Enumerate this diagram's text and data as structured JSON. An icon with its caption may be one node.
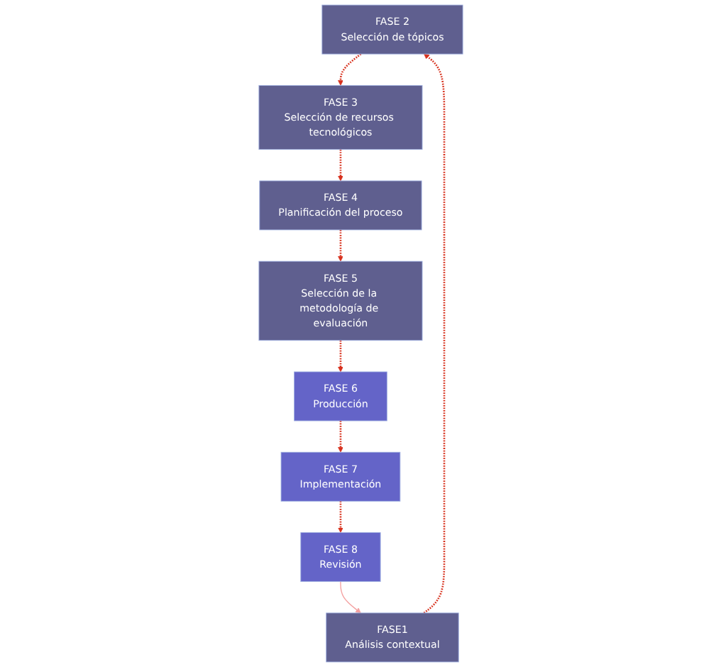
{
  "diagram": {
    "nodes": [
      {
        "text": [
          "FASE 2",
          "Selección de tópicos"
        ]
      },
      {
        "text": [
          "FASE 3",
          "Selección de recursos tecnológicos"
        ]
      },
      {
        "text": [
          "FASE1",
          "Análisis contextual"
        ]
      },
      {
        "text": [
          "FASE 5",
          "Selección de la metodología de evaluación"
        ]
      },
      {
        "text": [
          "FASE 4",
          "Planificación del proceso"
        ]
      },
      {
        "text": [
          "FASE 6",
          "Producción"
        ]
      },
      {
        "text": [
          "FASE 8",
          "Revisión"
        ]
      },
      {
        "text": [
          "FASE 7",
          "Implementación"
        ]
      }
    ],
    "edges": [
      {
        "from": 2,
        "to": 0,
        "arrow": "to",
        "style": "dashed",
        "color": "#d8321e"
      },
      {
        "from": 0,
        "to": 1,
        "arrow": "to",
        "style": "dashed",
        "color": "#d8321e"
      },
      {
        "from": 1,
        "to": 4,
        "arrow": "to",
        "style": "dashed",
        "color": "#d8321e"
      },
      {
        "from": 4,
        "to": 3,
        "arrow": "to",
        "style": "dashed",
        "color": "#d8321e"
      },
      {
        "from": 3,
        "to": 5,
        "arrow": "to",
        "style": "dashed",
        "color": "#d8321e"
      },
      {
        "from": 5,
        "to": 7,
        "arrow": "to",
        "style": "dashed",
        "color": "#d8321e"
      },
      {
        "from": 7,
        "to": 6,
        "arrow": "to",
        "style": "dashed",
        "color": "#d8321e"
      },
      {
        "from": 6,
        "to": 2,
        "arrow": "to",
        "color": "#f4a0a0"
      }
    ]
  }
}
